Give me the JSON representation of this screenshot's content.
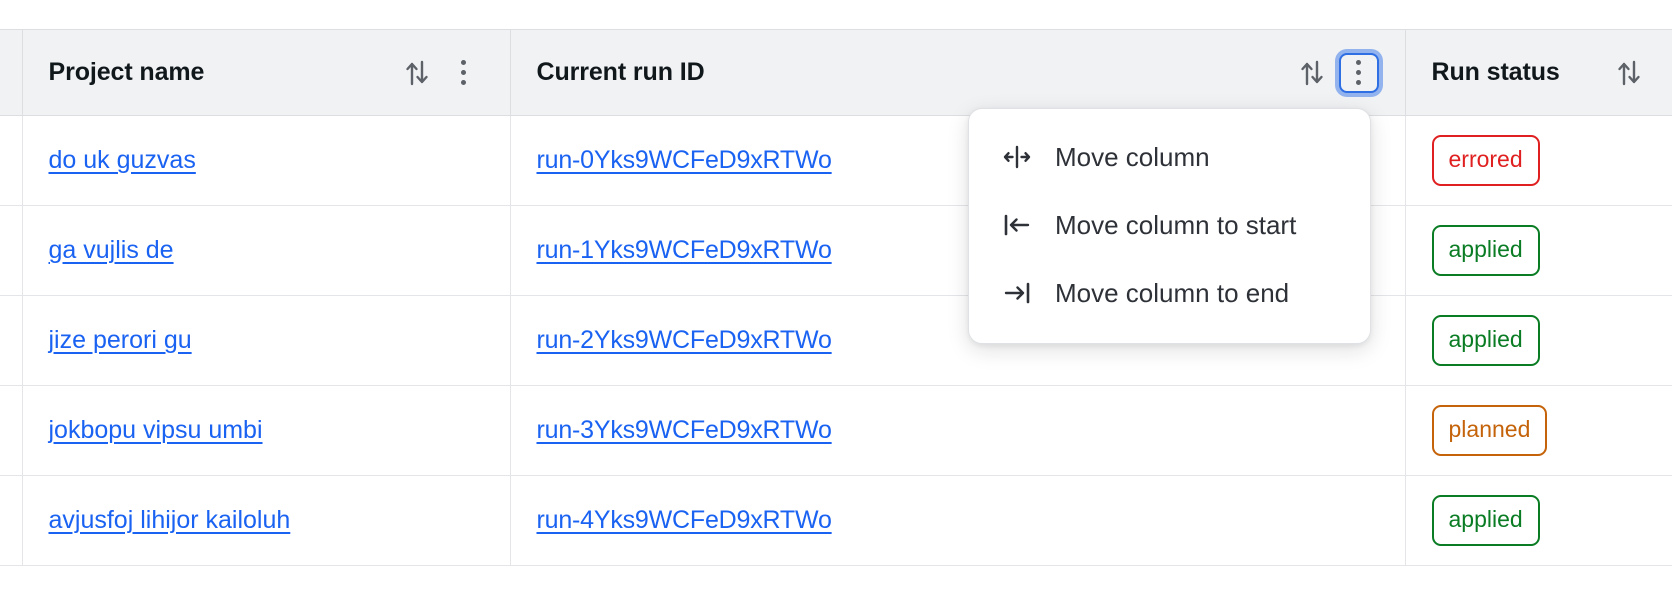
{
  "table": {
    "columns": [
      {
        "key": "gutter",
        "label": "",
        "sortable": false,
        "has_menu": false
      },
      {
        "key": "project",
        "label": "Project name",
        "sortable": true,
        "has_menu": true,
        "menu_focused": false
      },
      {
        "key": "runid",
        "label": "Current run ID",
        "sortable": true,
        "has_menu": true,
        "menu_focused": true
      },
      {
        "key": "status",
        "label": "Run status",
        "sortable": true,
        "has_menu": false,
        "menu_focused": false
      }
    ],
    "rows": [
      {
        "project": "do uk guzvas",
        "run_id": "run-0Yks9WCFeD9xRTWo",
        "status": "errored",
        "status_kind": "errored"
      },
      {
        "project": "ga vujlis de",
        "run_id": "run-1Yks9WCFeD9xRTWo",
        "status": "applied",
        "status_kind": "applied"
      },
      {
        "project": "jize perori gu",
        "run_id": "run-2Yks9WCFeD9xRTWo",
        "status": "applied",
        "status_kind": "applied"
      },
      {
        "project": "jokbopu vipsu umbi",
        "run_id": "run-3Yks9WCFeD9xRTWo",
        "status": "planned",
        "status_kind": "planned"
      },
      {
        "project": "avjusfoj lihijor kailoluh",
        "run_id": "run-4Yks9WCFeD9xRTWo",
        "status": "applied",
        "status_kind": "applied"
      }
    ]
  },
  "column_menu": {
    "open_for_column": "Current run ID",
    "items": [
      {
        "icon": "move-column-icon",
        "label": "Move column"
      },
      {
        "icon": "move-column-to-start-icon",
        "label": "Move column to start"
      },
      {
        "icon": "move-column-to-end-icon",
        "label": "Move column to end"
      }
    ]
  },
  "colors": {
    "link": "#1a62f2",
    "header_bg": "#f1f2f4",
    "border": "#dcdee1",
    "row_border": "#e3e5e8",
    "focus_ring": "#4480ea",
    "status_errored": "#e02020",
    "status_applied": "#0a7c24",
    "status_planned": "#c4630a"
  }
}
